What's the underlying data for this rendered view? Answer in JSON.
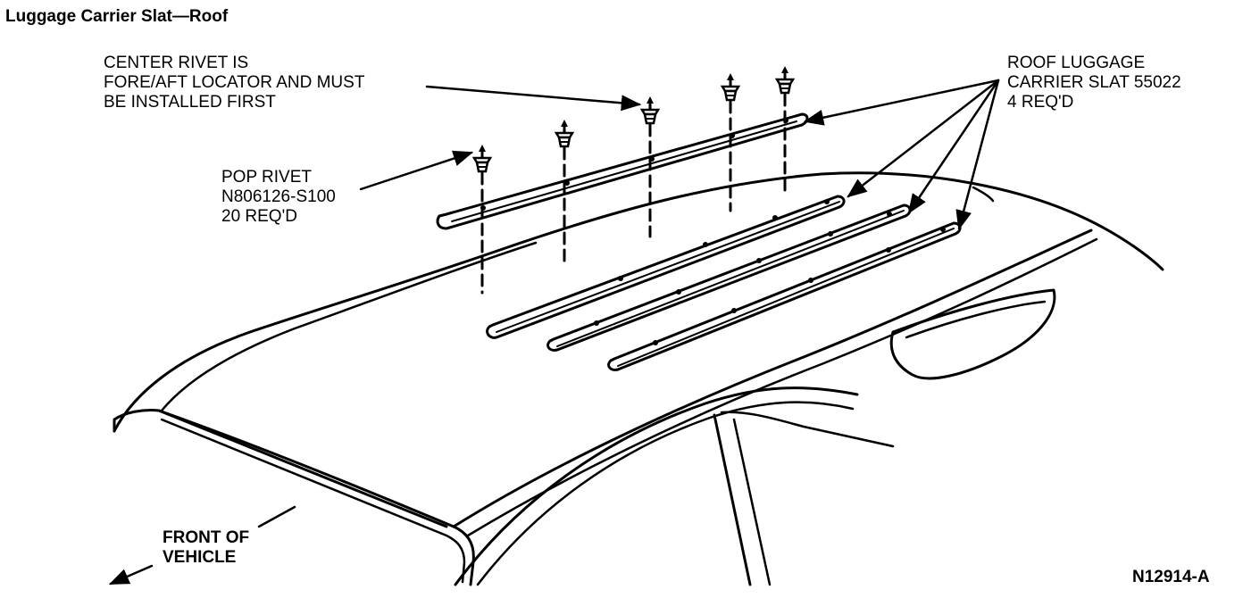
{
  "title": "Luggage Carrier Slat—Roof",
  "labels": {
    "center_rivet": [
      "CENTER RIVET IS",
      "FORE/AFT LOCATOR AND MUST",
      "BE INSTALLED FIRST"
    ],
    "slat": [
      "ROOF LUGGAGE",
      "CARRIER SLAT 55022",
      "4 REQ'D"
    ],
    "pop_rivet": [
      "POP RIVET",
      "N806126-S100",
      "20 REQ'D"
    ],
    "front": [
      "FRONT OF",
      "VEHICLE"
    ]
  },
  "figure_id": "N12914-A",
  "colors": {
    "ink": "#000000",
    "paper": "#ffffff"
  }
}
